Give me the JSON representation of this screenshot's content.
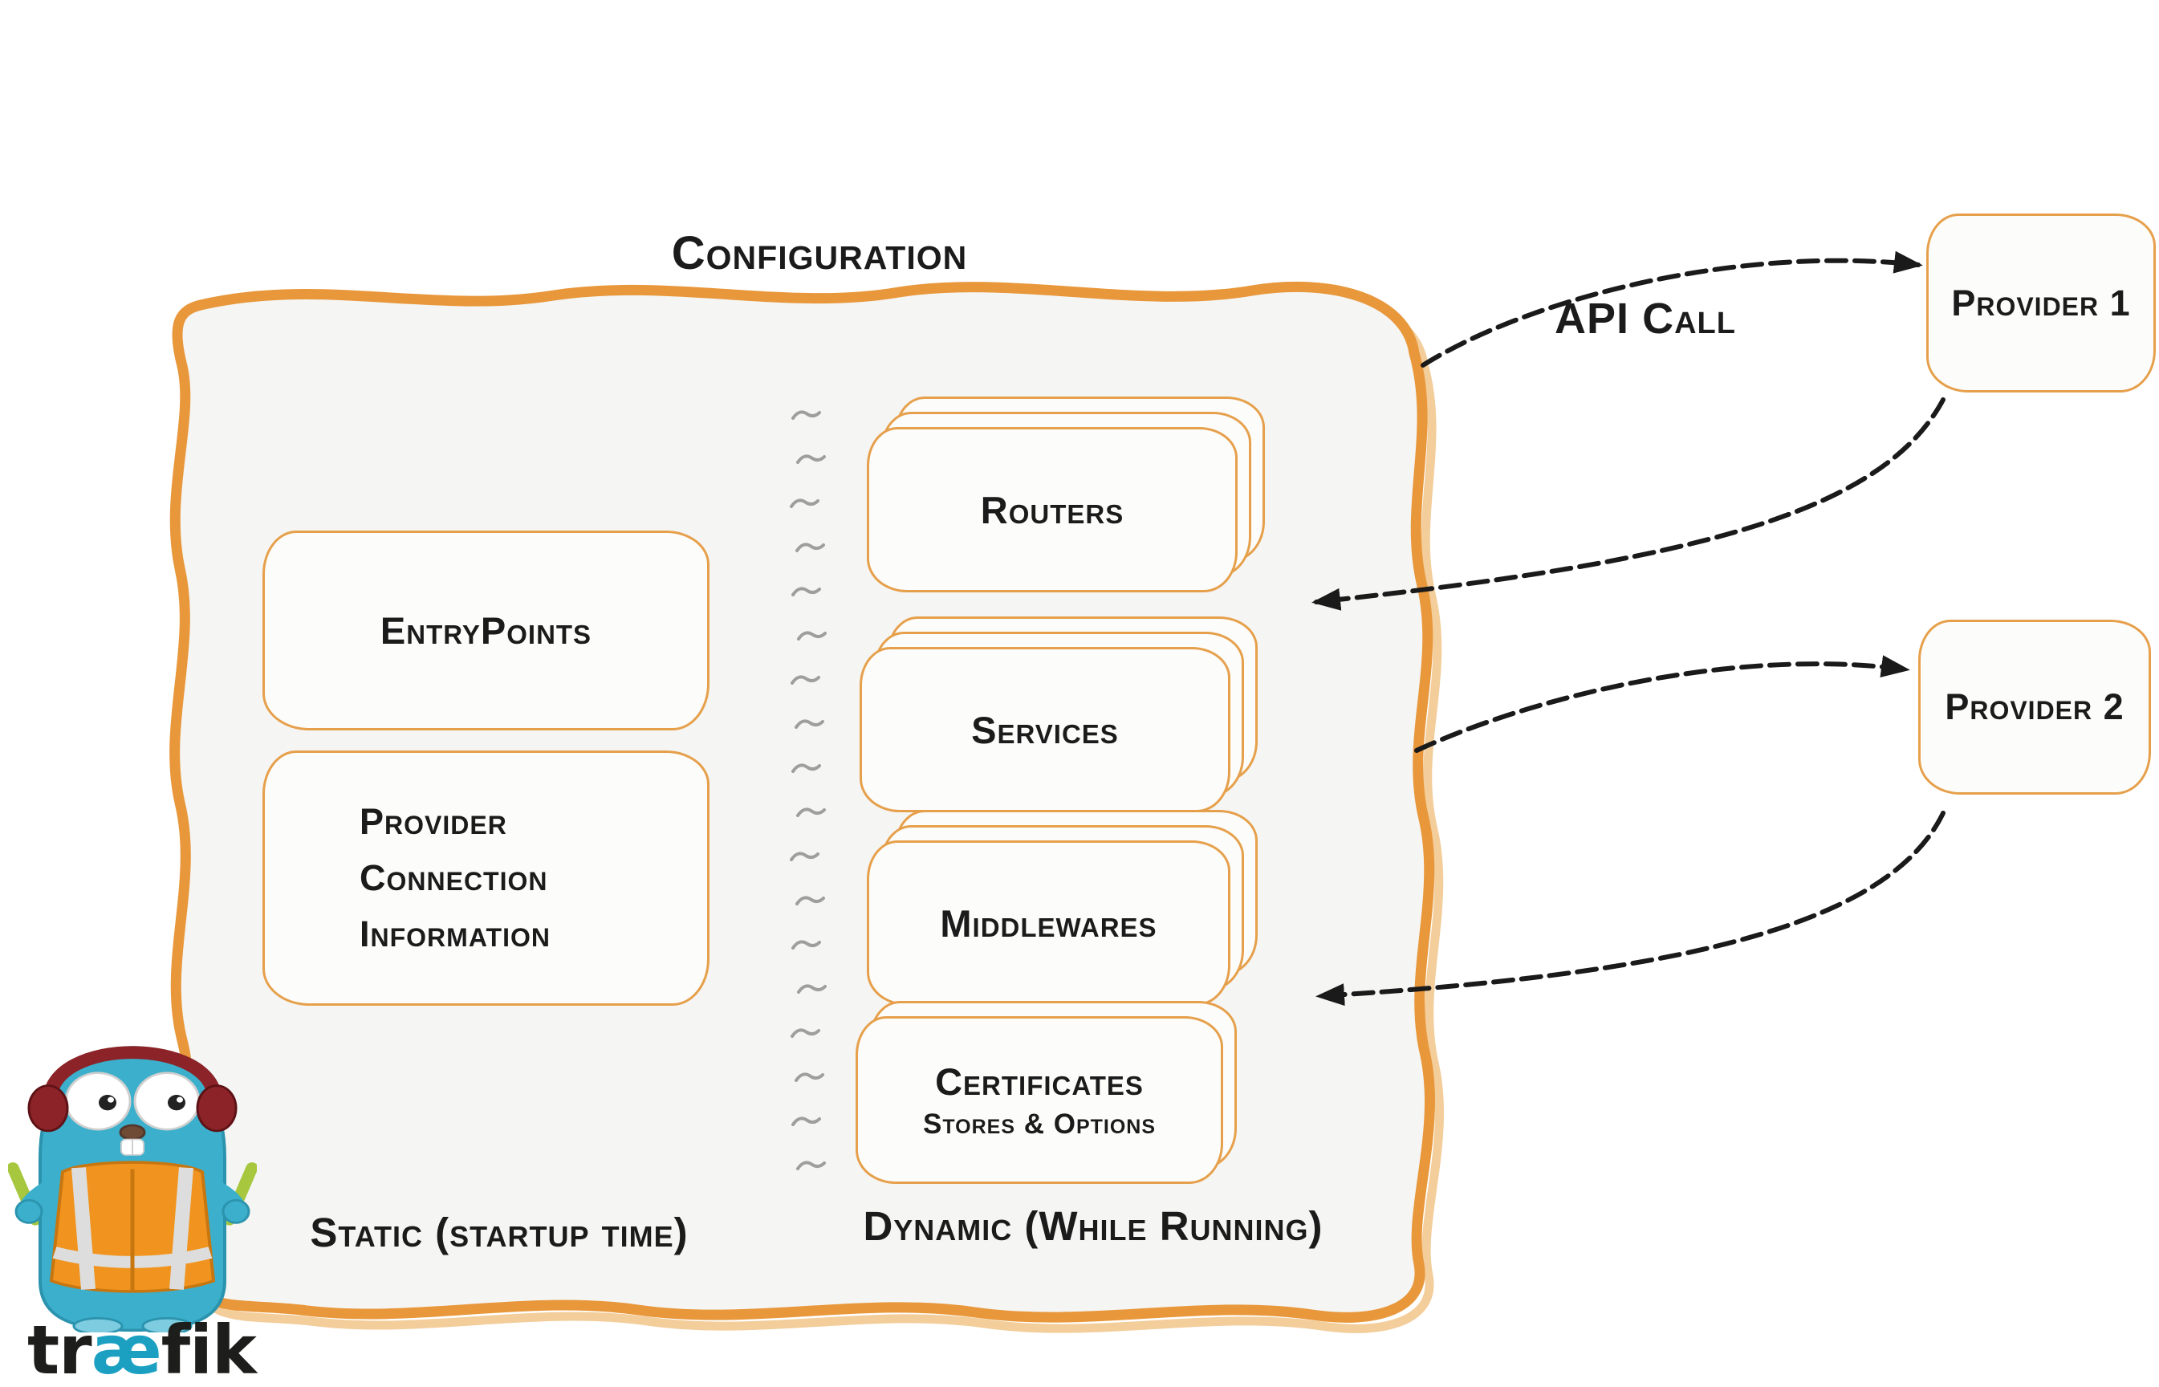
{
  "title": "Configuration",
  "static_column": {
    "entrypoints_label": "EntryPoints",
    "provider_info_lines": [
      "Provider",
      "Connection",
      "Information"
    ],
    "footer": "Static (startup time)"
  },
  "dynamic_column": {
    "routers_label": "Routers",
    "services_label": "Services",
    "middlewares_label": "Middlewares",
    "certificates_label": "Certificates",
    "certificates_sublabel": "Stores & Options",
    "footer": "Dynamic (While Running)"
  },
  "api_call_label": "API Call",
  "providers": [
    {
      "label": "Provider 1"
    },
    {
      "label": "Provider 2"
    }
  ],
  "logo": {
    "pre": "tr",
    "ligature": "æ",
    "post": "fik"
  },
  "colors": {
    "orange_border": "#E8973B",
    "pale_orange_echo": "#F3CD9A",
    "container_fill": "#F5F5F3",
    "box_fill": "#FCFCFB",
    "arrow_black": "#1A1A1A",
    "divider_gray": "#9E9E9E",
    "text": "#1B1B1B",
    "mascot_teal": "#3BAFCB",
    "mascot_vest_orange": "#F0941F",
    "mascot_headphone_red": "#8B2328",
    "mascot_stick_green": "#A6C73E",
    "logo_teal": "#1BA0C2"
  }
}
